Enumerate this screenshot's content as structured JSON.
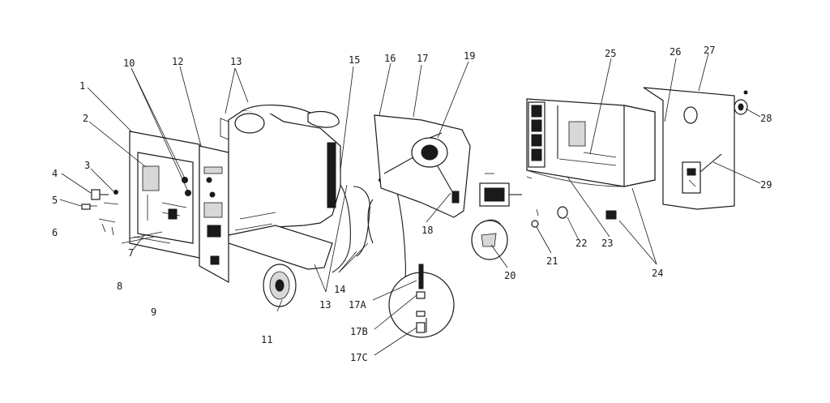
{
  "labels": {
    "l1": "1",
    "l2": "2",
    "l3": "3",
    "l4": "4",
    "l5": "5",
    "l6": "6",
    "l7": "7",
    "l8": "8",
    "l9": "9",
    "l10": "10",
    "l11": "11",
    "l12": "12",
    "l13a": "13",
    "l13b": "13",
    "l14": "14",
    "l15": "15",
    "l16": "16",
    "l17": "17",
    "l17a": "17A",
    "l17b": "17B",
    "l17c": "17C",
    "l18": "18",
    "l19": "19",
    "l20": "20",
    "l21": "21",
    "l22": "22",
    "l23": "23",
    "l24": "24",
    "l25": "25",
    "l26": "26",
    "l27": "27",
    "l28": "28",
    "l29": "29"
  },
  "colors": {
    "ink": "#1a1a1a",
    "paper": "#ffffff"
  }
}
